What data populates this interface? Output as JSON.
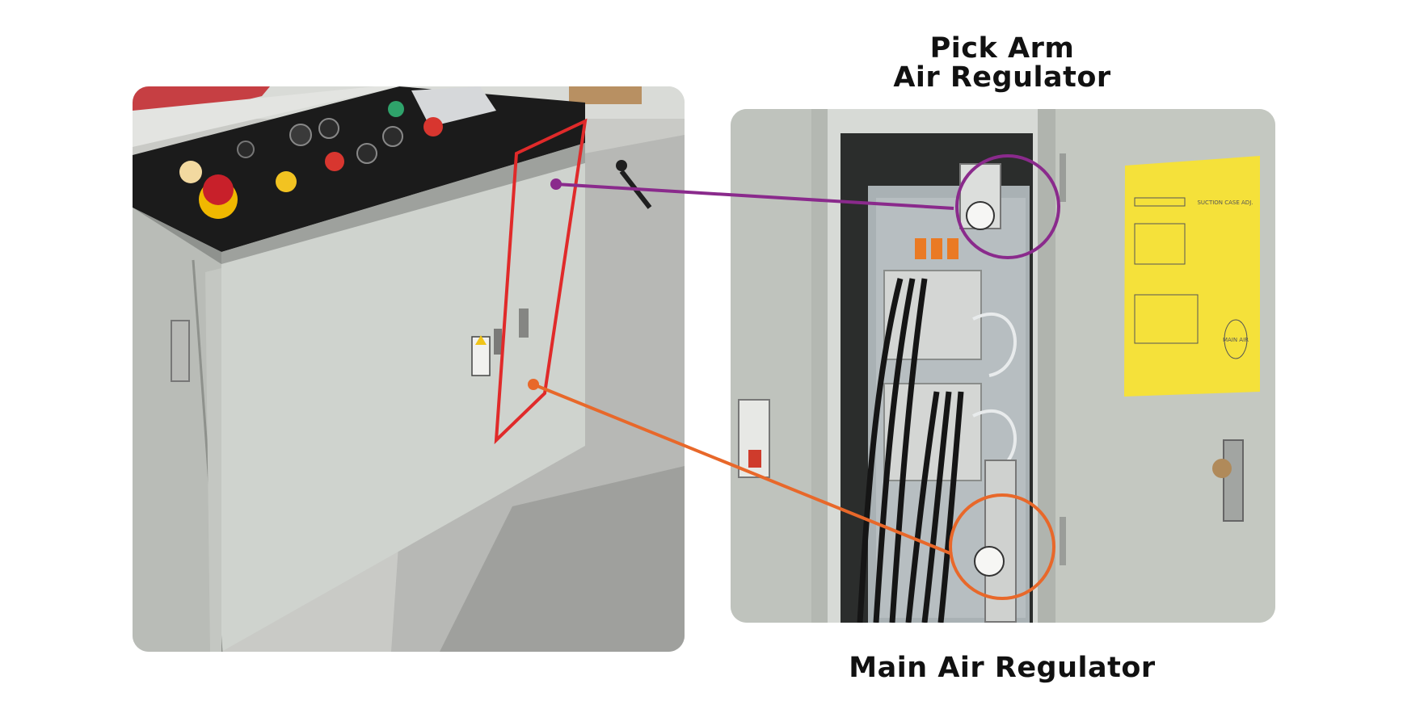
{
  "labels": {
    "pick_arm_line1": "Pick Arm",
    "pick_arm_line2": "Air Regulator",
    "main_air": "Main Air Regulator"
  },
  "panel_labels": {
    "suction_case": "SUCTION CASE ADJ.",
    "main_air": "MAIN AIR"
  },
  "colors": {
    "pick_arm_accent": "#8a2a8c",
    "main_air_accent": "#e8682a",
    "highlight_box": "#e02a2a",
    "label_yellow": "#f5e13a",
    "cabinet_gray": "#cfd3ce"
  }
}
